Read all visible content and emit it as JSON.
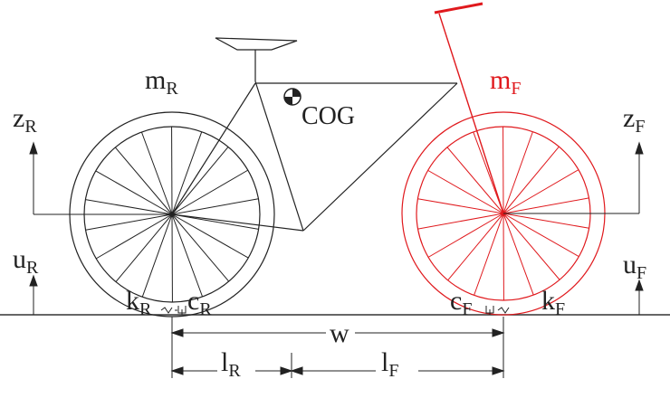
{
  "labels": {
    "m_rear": {
      "main": "m",
      "sub": "R"
    },
    "m_front": {
      "main": "m",
      "sub": "F"
    },
    "cog": {
      "main": "COG"
    },
    "z_rear": {
      "main": "z",
      "sub": "R"
    },
    "z_front": {
      "main": "z",
      "sub": "F"
    },
    "u_rear": {
      "main": "u",
      "sub": "R"
    },
    "u_front": {
      "main": "u",
      "sub": "F"
    },
    "k_rear": {
      "main": "k",
      "sub": "R"
    },
    "c_rear": {
      "main": "c",
      "sub": "R"
    },
    "c_front": {
      "main": "c",
      "sub": "F"
    },
    "k_front": {
      "main": "k",
      "sub": "F"
    },
    "wheelbase": {
      "main": "w"
    },
    "l_rear": {
      "main": "l",
      "sub": "R"
    },
    "l_front": {
      "main": "l",
      "sub": "F"
    }
  },
  "colors": {
    "rear": "#222222",
    "front": "#e0191d",
    "ground": "#333333"
  },
  "spokes_per_wheel": 18
}
